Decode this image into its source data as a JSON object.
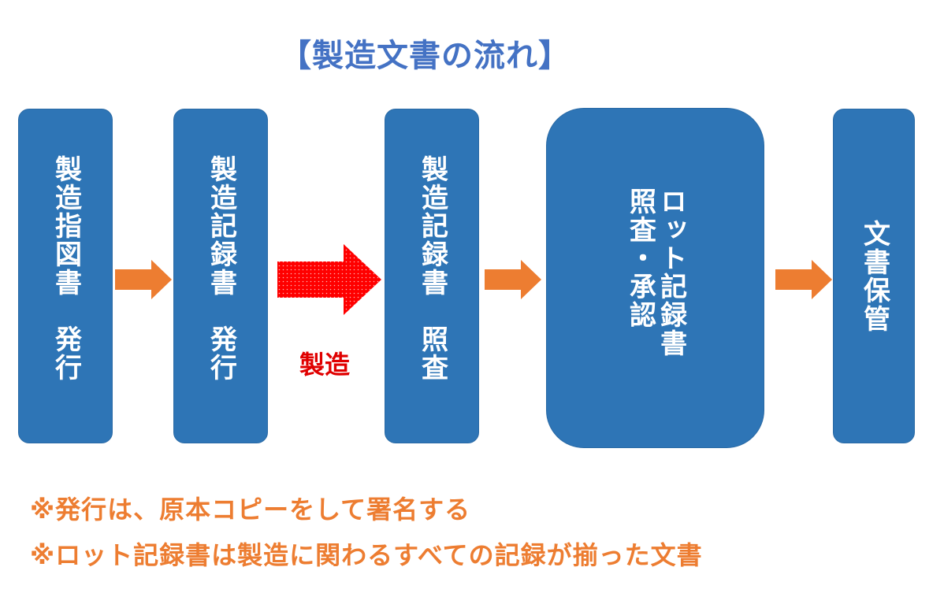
{
  "title": "【製造文書の流れ】",
  "boxes": [
    {
      "id": "box1",
      "text": "製造指図書　発行"
    },
    {
      "id": "box2",
      "text": "製造記録書　発行"
    },
    {
      "id": "box3",
      "text": "製造記録書　照査"
    },
    {
      "id": "box4",
      "text": "ロット記録書\n照査・承認"
    },
    {
      "id": "box5",
      "text": "文書保管"
    }
  ],
  "manufacturing_label": "製造",
  "notes": [
    "※発行は、原本コピーをして署名する",
    "※ロット記録書は製造に関わるすべての記録が揃った文書"
  ],
  "colors": {
    "title": "#4472c4",
    "box": "#2e75b6",
    "box_text": "#ffffff",
    "arrow_orange": "#ed7d31",
    "arrow_red": "#ff0000",
    "mfg_label": "#e00000",
    "notes": "#ed7d31"
  }
}
